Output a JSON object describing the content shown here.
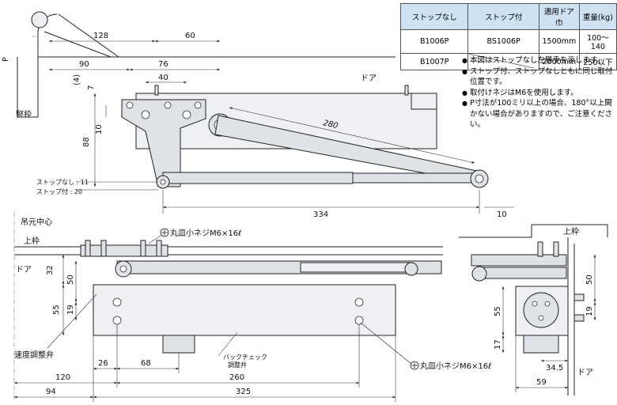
{
  "spec_table": {
    "headers": [
      "ストップなし",
      "ストップ付",
      "適用ドア巾",
      "重量(kg)"
    ],
    "rows": [
      [
        "B1006P",
        "BS1006P",
        "1500mm",
        "100～140"
      ],
      [
        "B1007P",
        "",
        "2000mm",
        "250以下"
      ]
    ]
  },
  "notes": [
    "本図はストップなし左勝手を示します。",
    "ストップ付、ストップなしともに同じ取付位置です。",
    "取付けネジはM6を使用します。",
    "P寸法が100ミリ以上の場合、180°以上開かない場合がありますので、ご注意ください。"
  ],
  "top_view": {
    "dims": {
      "d128": "128",
      "d60": "60",
      "d90": "90",
      "d76": "76",
      "d40": "40",
      "d4": "(4)",
      "d7": "7",
      "d10": "10",
      "d88": "88",
      "d280": "280",
      "d334": "334",
      "d10b": "10"
    },
    "labels": {
      "p": "P",
      "door": "ドア",
      "frame": "竪枠",
      "stop_none": "ストップなし : 11",
      "stop_with": "ストップ付 : 20"
    }
  },
  "front_view": {
    "dims": {
      "d32": "32",
      "d50": "50",
      "d55": "55",
      "d19": "19",
      "d26": "26",
      "d68": "68",
      "d260": "260",
      "d120": "120",
      "d94": "94",
      "d325": "325"
    },
    "labels": {
      "pivot_center": "吊元中心",
      "upper_frame": "上枠",
      "door": "ドア",
      "screw_top": "丸皿小ネジM6×16ℓ",
      "screw_bottom": "丸皿小ネジM6×16ℓ",
      "speed_valve": "速度調整弁",
      "backcheck_line1": "バックチェック",
      "backcheck_line2": "調整弁"
    }
  },
  "side_view": {
    "dims": {
      "d50": "50",
      "d55": "55",
      "d19": "19",
      "d17": "17",
      "d34_5": "34.5",
      "d59": "59"
    },
    "labels": {
      "upper_frame": "上枠",
      "door": "ドア"
    }
  }
}
